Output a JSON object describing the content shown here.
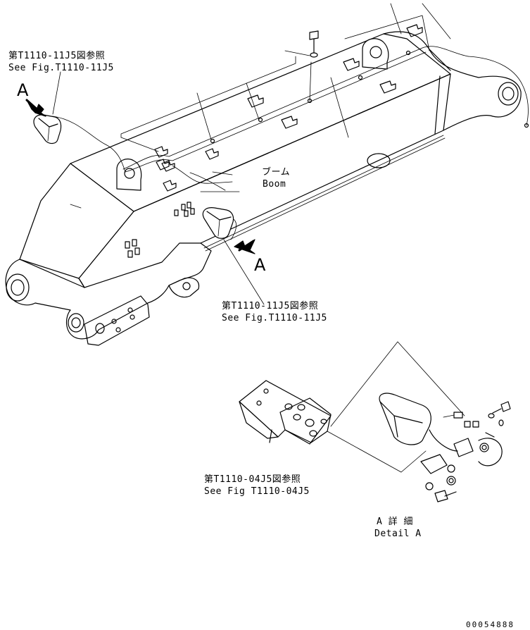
{
  "callouts": {
    "ref_top_left_jp": "第T1110-11J5図参照",
    "ref_top_left_en": "See Fig.T1110-11J5",
    "ref_mid_jp": "第T1110-11J5図参照",
    "ref_mid_en": "See Fig.T1110-11J5",
    "ref_bottom_jp": "第T1110-04J5図参照",
    "ref_bottom_en": "See Fig T1110-04J5"
  },
  "boom_label": {
    "jp": "ブーム",
    "en": "Boom"
  },
  "view_markers": {
    "left": "A",
    "right": "A"
  },
  "detail_label": {
    "jp": "A 詳 細",
    "en": "Detail A"
  },
  "serial_number": "00054888"
}
